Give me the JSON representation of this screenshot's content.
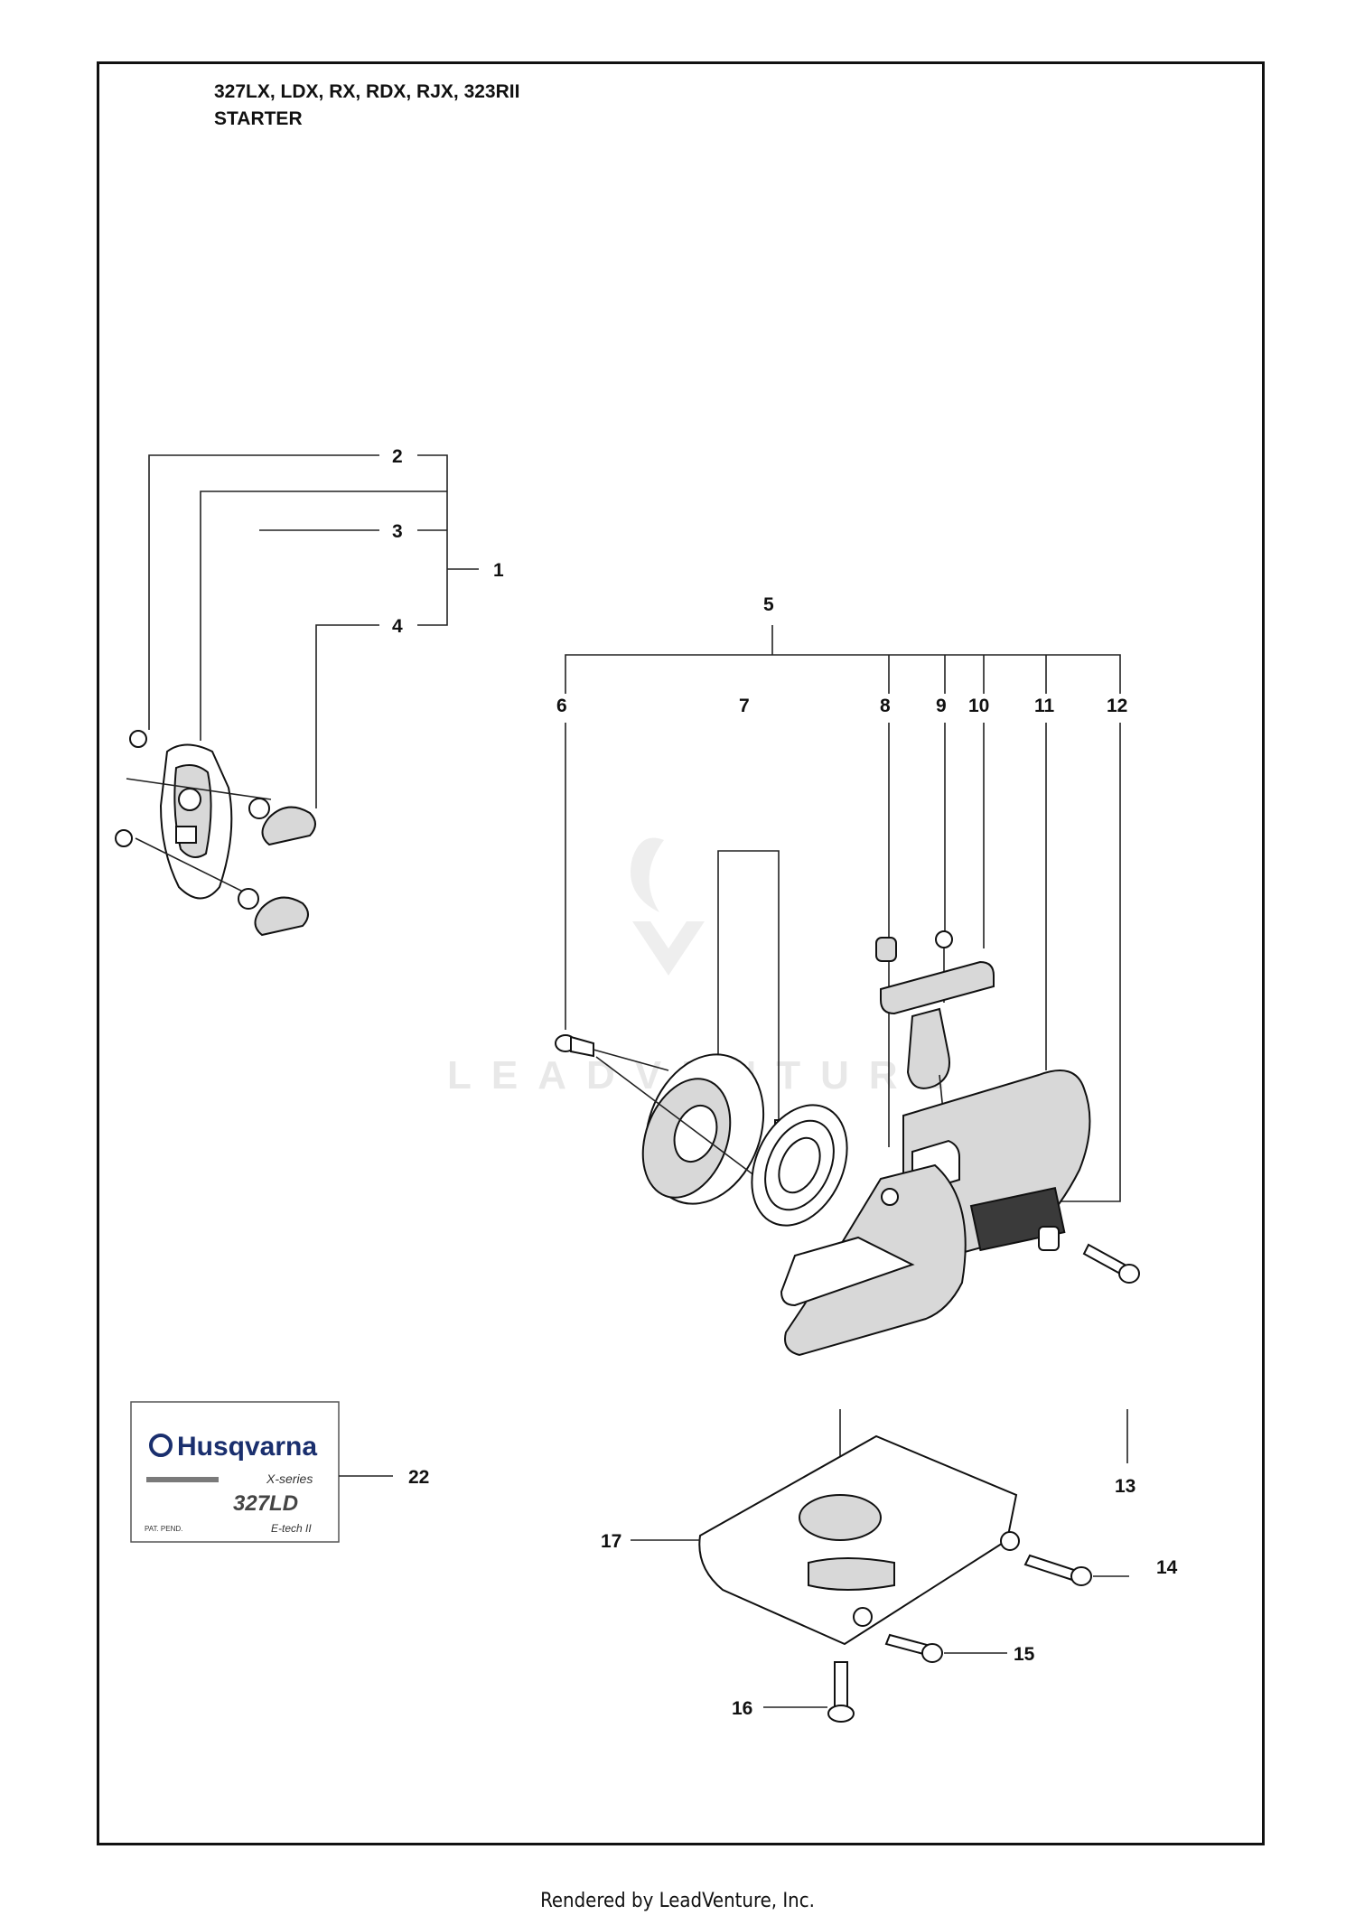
{
  "header": {
    "models": "327LX, LDX, RX, RDX, RJX, 323RII",
    "section": "STARTER"
  },
  "watermark": "LEADVENTURE",
  "footer": "Rendered by LeadVenture, Inc.",
  "callouts": {
    "c1": "1",
    "c2": "2",
    "c3": "3",
    "c4": "4",
    "c5": "5",
    "c6": "6",
    "c7": "7",
    "c8": "8",
    "c9": "9",
    "c10": "10",
    "c11": "11",
    "c12": "12",
    "c13": "13",
    "c14": "14",
    "c15": "15",
    "c16": "16",
    "c17": "17",
    "c22": "22"
  },
  "decal": {
    "brand": "Husqvarna",
    "series": "X-series",
    "model": "327LD",
    "patent": "PAT. PEND.",
    "engine": "E-tech II"
  }
}
